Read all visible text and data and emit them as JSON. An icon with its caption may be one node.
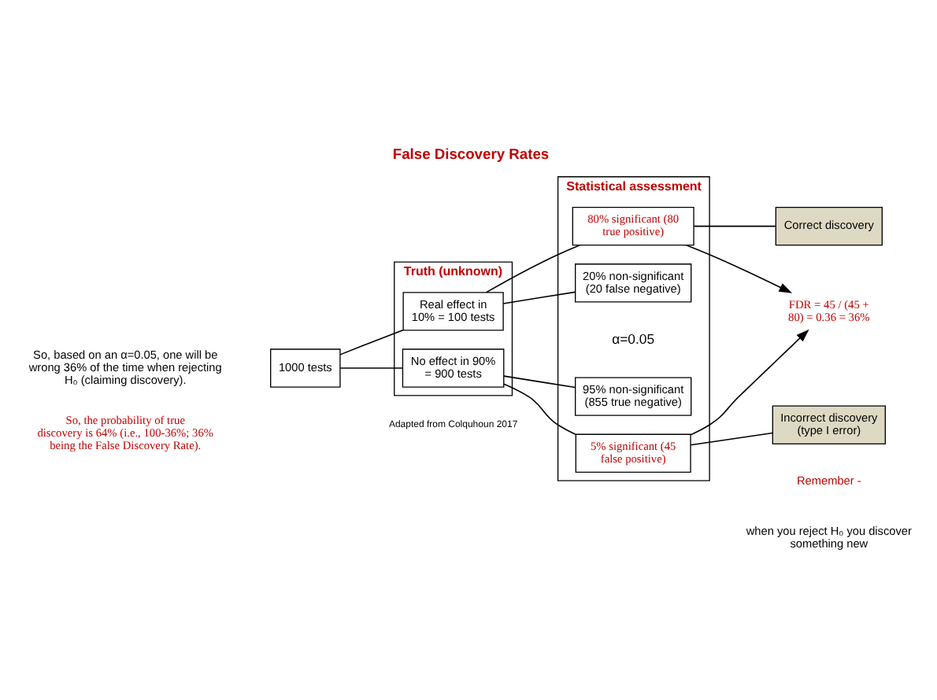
{
  "diagram": {
    "title": "False Discovery Rates",
    "nodes": [
      {
        "text": [
          "1000 tests"
        ]
      },
      {
        "text": [
          "Truth (unknown)"
        ]
      },
      {
        "text": [
          "Real effect in 10% = 100 tests"
        ],
        "in": 1
      },
      {
        "text": [
          "No effect in 90% = 900 tests"
        ],
        "in": 1
      },
      {
        "text": [
          "Statistical assessment",
          "α=0.05"
        ]
      },
      {
        "text": [
          "80% significant (80 true positive)"
        ],
        "in": 4
      },
      {
        "text": [
          "20% non-significant (20 false negative)"
        ],
        "in": 4
      },
      {
        "text": [
          "95% non-significant (855 true negative)"
        ],
        "in": 4
      },
      {
        "text": [
          "5% significant (45 false positive)"
        ],
        "in": 4
      },
      {
        "text": [
          "Correct discovery"
        ]
      },
      {
        "text": [
          "FDR = 45 / (45 + 80) = 0.36 = 36%"
        ]
      },
      {
        "text": [
          "Incorrect discovery (type I error)"
        ]
      }
    ],
    "edges": [
      {
        "from": 0,
        "to": 2,
        "arrow": "none"
      },
      {
        "from": 0,
        "to": 3,
        "arrow": "none"
      },
      {
        "from": 2,
        "to": 5,
        "arrow": "none"
      },
      {
        "from": 2,
        "to": 6,
        "arrow": "none"
      },
      {
        "from": 3,
        "to": 7,
        "arrow": "none"
      },
      {
        "from": 3,
        "to": 8,
        "arrow": "none"
      },
      {
        "from": 9,
        "to": 5,
        "arrow": "none"
      },
      {
        "from": 11,
        "to": 8,
        "arrow": "none"
      },
      {
        "from": 5,
        "to": 10,
        "arrow": "to"
      },
      {
        "from": 8,
        "to": 10,
        "arrow": "to"
      }
    ],
    "labels": [
      "So, based on an α=0.05, one will be wrong 36% of the time when rejecting H₀ (claiming discovery).",
      "So, the probability of true discovery is 64% (i.e., 100-36%; 36% being the False Discovery Rate).",
      "Adapted from Colquhoun 2017",
      "Remember -",
      "when you reject H₀ you discover something new"
    ]
  }
}
